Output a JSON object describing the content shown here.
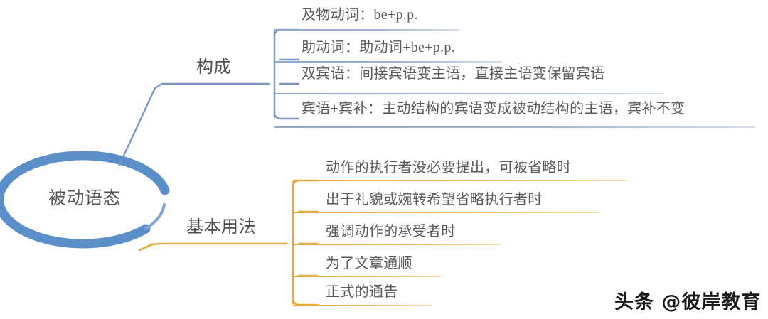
{
  "center": {
    "label": "被动语态"
  },
  "branches": [
    {
      "id": "composition",
      "label": "构成",
      "color": "#7a94c4",
      "items": [
        "及物动词：be+p.p.",
        "助动词：助动词+be+p.p.",
        "双宾语：间接宾语变主语，直接主语变保留宾语",
        "宾语+宾补：主动结构的宾语变成被动结构的主语，宾补不变"
      ]
    },
    {
      "id": "basic-usage",
      "label": "基本用法",
      "color": "#e8a93c",
      "items": [
        "动作的执行者没必要提出，可被省略时",
        "出于礼貌或婉转希望省略执行者时",
        "强调动作的承受者时",
        "为了文章通顺",
        "正式的通告"
      ]
    }
  ],
  "watermark": {
    "text": "头条 @彼岸教育"
  },
  "colors": {
    "ellipse": "#5b8fc9",
    "blue_line": "#7a94c4",
    "gold_line": "#e8a93c",
    "text": "#4a4a4a"
  }
}
